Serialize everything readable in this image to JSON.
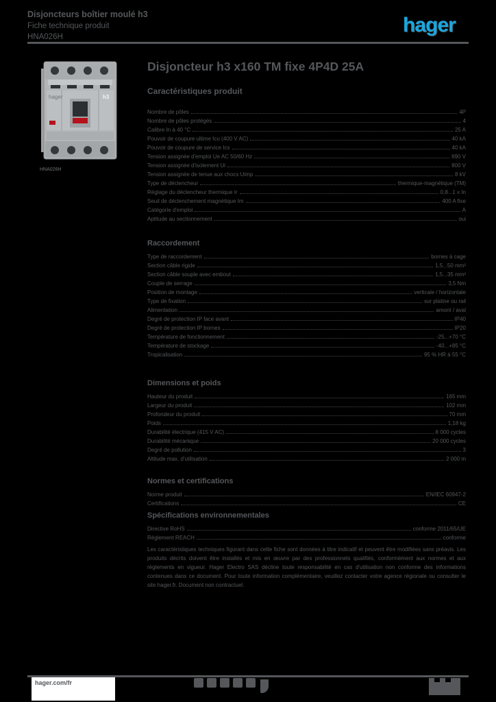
{
  "page": {
    "background_color": "#000000",
    "text_color": "#55575a",
    "accent_blue": "#1aa6e0",
    "accent_red": "#b5121b"
  },
  "header": {
    "line1": "Disjoncteurs boîtier moulé h3",
    "line2": "Fiche technique produit",
    "line3": "HNA026H",
    "logo_text": "hager"
  },
  "product": {
    "title": "Disjoncteur h3 x160 TM fixe 4P4D 25A",
    "subtitle": "Caractéristiques produit",
    "image_caption": "HNA026H"
  },
  "sections": [
    {
      "id": "general",
      "heading": "",
      "rows": [
        {
          "label": "Nombre de pôles",
          "value": "4P"
        },
        {
          "label": "Nombre de pôles protégés",
          "value": "4"
        },
        {
          "label": "Calibre In à 40 °C",
          "value": "25 A"
        },
        {
          "label": "Pouvoir de coupure ultime Icu (400 V AC)",
          "value": "40 kA"
        },
        {
          "label": "Pouvoir de coupure de service Ics",
          "value": "40 kA"
        },
        {
          "label": "Tension assignée d'emploi Ue AC 50/60 Hz",
          "value": "690 V"
        },
        {
          "label": "Tension assignée d'isolement Ui",
          "value": "800 V"
        },
        {
          "label": "Tension assignée de tenue aux chocs Uimp",
          "value": "8 kV"
        },
        {
          "label": "Type de déclencheur",
          "value": "thermique-magnétique (TM)"
        },
        {
          "label": "Réglage du déclencheur thermique Ir",
          "value": "0,8...1 x In"
        },
        {
          "label": "Seuil de déclenchement magnétique Im",
          "value": "400 A fixe"
        },
        {
          "label": "Catégorie d'emploi",
          "value": "A"
        },
        {
          "label": "Aptitude au sectionnement",
          "value": "oui"
        }
      ]
    },
    {
      "id": "connection",
      "heading": "Raccordement",
      "rows": [
        {
          "label": "Type de raccordement",
          "value": "bornes à cage"
        },
        {
          "label": "Section câble rigide",
          "value": "1,5...50 mm²"
        },
        {
          "label": "Section câble souple avec embout",
          "value": "1,5...35 mm²"
        },
        {
          "label": "Couple de serrage",
          "value": "3,5 Nm"
        },
        {
          "label": "Position de montage",
          "value": "verticale / horizontale"
        },
        {
          "label": "Type de fixation",
          "value": "sur platine ou rail"
        },
        {
          "label": "Alimentation",
          "value": "amont / aval"
        },
        {
          "label": "Degré de protection IP face avant",
          "value": "IP40"
        },
        {
          "label": "Degré de protection IP bornes",
          "value": "IP20"
        },
        {
          "label": "Température de fonctionnement",
          "value": "-25...+70 °C"
        },
        {
          "label": "Température de stockage",
          "value": "-40...+85 °C"
        },
        {
          "label": "Tropicalisation",
          "value": "95 % HR à 55 °C"
        }
      ]
    },
    {
      "id": "dimensions",
      "heading": "Dimensions et poids",
      "rows": [
        {
          "label": "Hauteur du produit",
          "value": "165 mm"
        },
        {
          "label": "Largeur du produit",
          "value": "102 mm"
        },
        {
          "label": "Profondeur du produit",
          "value": "70 mm"
        },
        {
          "label": "Poids",
          "value": "1,18 kg"
        },
        {
          "label": "Durabilité électrique (415 V AC)",
          "value": "8 000 cycles"
        },
        {
          "label": "Durabilité mécanique",
          "value": "20 000 cycles"
        },
        {
          "label": "Degré de pollution",
          "value": "3"
        },
        {
          "label": "Altitude max. d'utilisation",
          "value": "2 000 m"
        }
      ]
    },
    {
      "id": "standards",
      "heading": "Normes et certifications",
      "rows": [
        {
          "label": "Norme produit",
          "value": "EN/IEC 60947-2"
        },
        {
          "label": "Certifications",
          "value": "CE"
        }
      ]
    },
    {
      "id": "environment",
      "heading": "Spécifications environnementales",
      "rows": [
        {
          "label": "Directive RoHS",
          "value": "conforme 2011/65/UE"
        },
        {
          "label": "Règlement REACH",
          "value": "conforme"
        }
      ]
    }
  ],
  "disclaimer": "Les caractéristiques techniques figurant dans cette fiche sont données à titre indicatif et peuvent être modifiées sans préavis. Les produits décrits doivent être installés et mis en œuvre par des professionnels qualifiés, conformément aux normes et aux règlements en vigueur. Hager Electro SAS décline toute responsabilité en cas d'utilisation non conforme des informations contenues dans ce document. Pour toute information complémentaire, veuillez contacter votre agence régionale ou consulter le site hager.fr. Document non contractuel.",
  "footer": {
    "website": "hager.com/fr",
    "social_icons": [
      "facebook-icon",
      "twitter-icon",
      "youtube-icon",
      "linkedin-icon",
      "instagram-icon"
    ]
  }
}
